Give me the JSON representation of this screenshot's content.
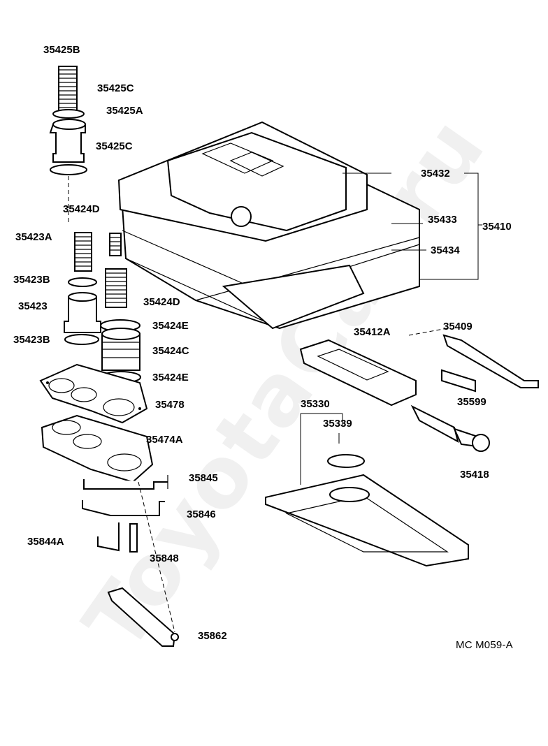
{
  "diagram_ref": "MC M059-A",
  "watermark": "ToyotaCar.ru",
  "labels": {
    "p35425B": "35425B",
    "p35425C_top": "35425C",
    "p35425A": "35425A",
    "p35425C_bot": "35425C",
    "p35424D_top": "35424D",
    "p35423A": "35423A",
    "p35423B_top": "35423B",
    "p35424D_bot": "35424D",
    "p35423": "35423",
    "p35424E_top": "35424E",
    "p35423B_bot": "35423B",
    "p35424C": "35424C",
    "p35424E_bot": "35424E",
    "p35478": "35478",
    "p35474A": "35474A",
    "p35845": "35845",
    "p35846": "35846",
    "p35844A": "35844A",
    "p35848": "35848",
    "p35862": "35862",
    "p35432": "35432",
    "p35433": "35433",
    "p35410": "35410",
    "p35434": "35434",
    "p35412A": "35412A",
    "p35409": "35409",
    "p35599": "35599",
    "p35330": "35330",
    "p35339": "35339",
    "p35418": "35418"
  }
}
